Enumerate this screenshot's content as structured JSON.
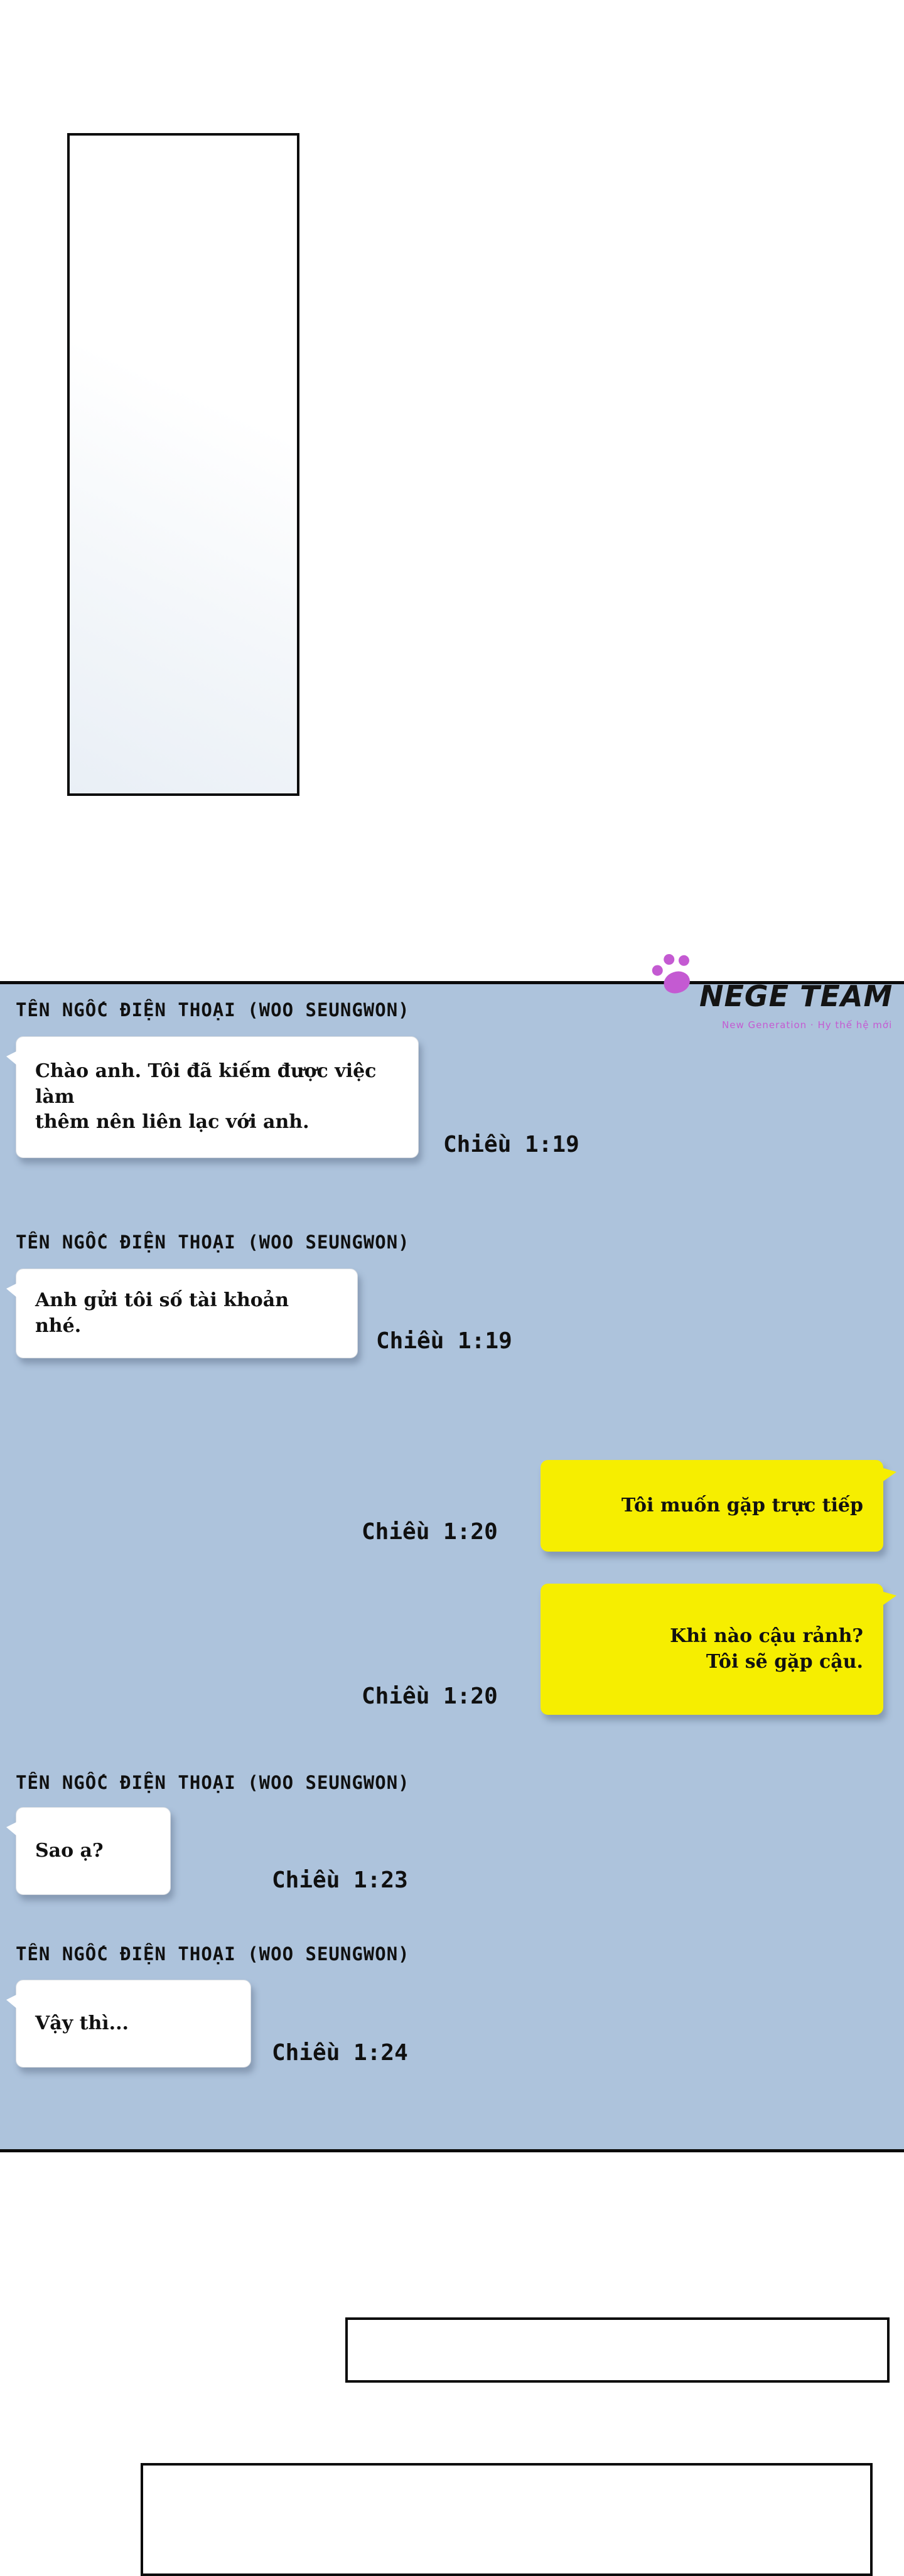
{
  "chat": {
    "sender_label": "TÊN NGỐC ĐIỆN THOẠI (WOO SEUNGWON)",
    "logo": {
      "title": "NEGE TEAM",
      "subtitle": "New Generation · Hy thế hệ mới"
    },
    "messages": [
      {
        "side": "left",
        "text": "Chào anh. Tôi đã kiếm được việc làm\nthêm nên liên lạc với anh.",
        "time": "Chiều 1:19"
      },
      {
        "side": "left",
        "text": "Anh gửi tôi số tài khoản nhé.",
        "time": "Chiều 1:19"
      },
      {
        "side": "right",
        "text": "Tôi muốn gặp trực tiếp",
        "time": "Chiều 1:20"
      },
      {
        "side": "right",
        "text": "Khi nào cậu rảnh?\nTôi sẽ gặp cậu.",
        "time": "Chiều 1:20"
      },
      {
        "side": "left",
        "text": "Sao ạ?",
        "time": "Chiều 1:23"
      },
      {
        "side": "left",
        "text": "Vậy thì...",
        "time": "Chiều 1:24"
      }
    ]
  },
  "colors": {
    "chat_bg": "#adc3dc",
    "bubble_left": "#ffffff",
    "bubble_right": "#f6ee00",
    "logo_accent": "#c45ad2"
  }
}
